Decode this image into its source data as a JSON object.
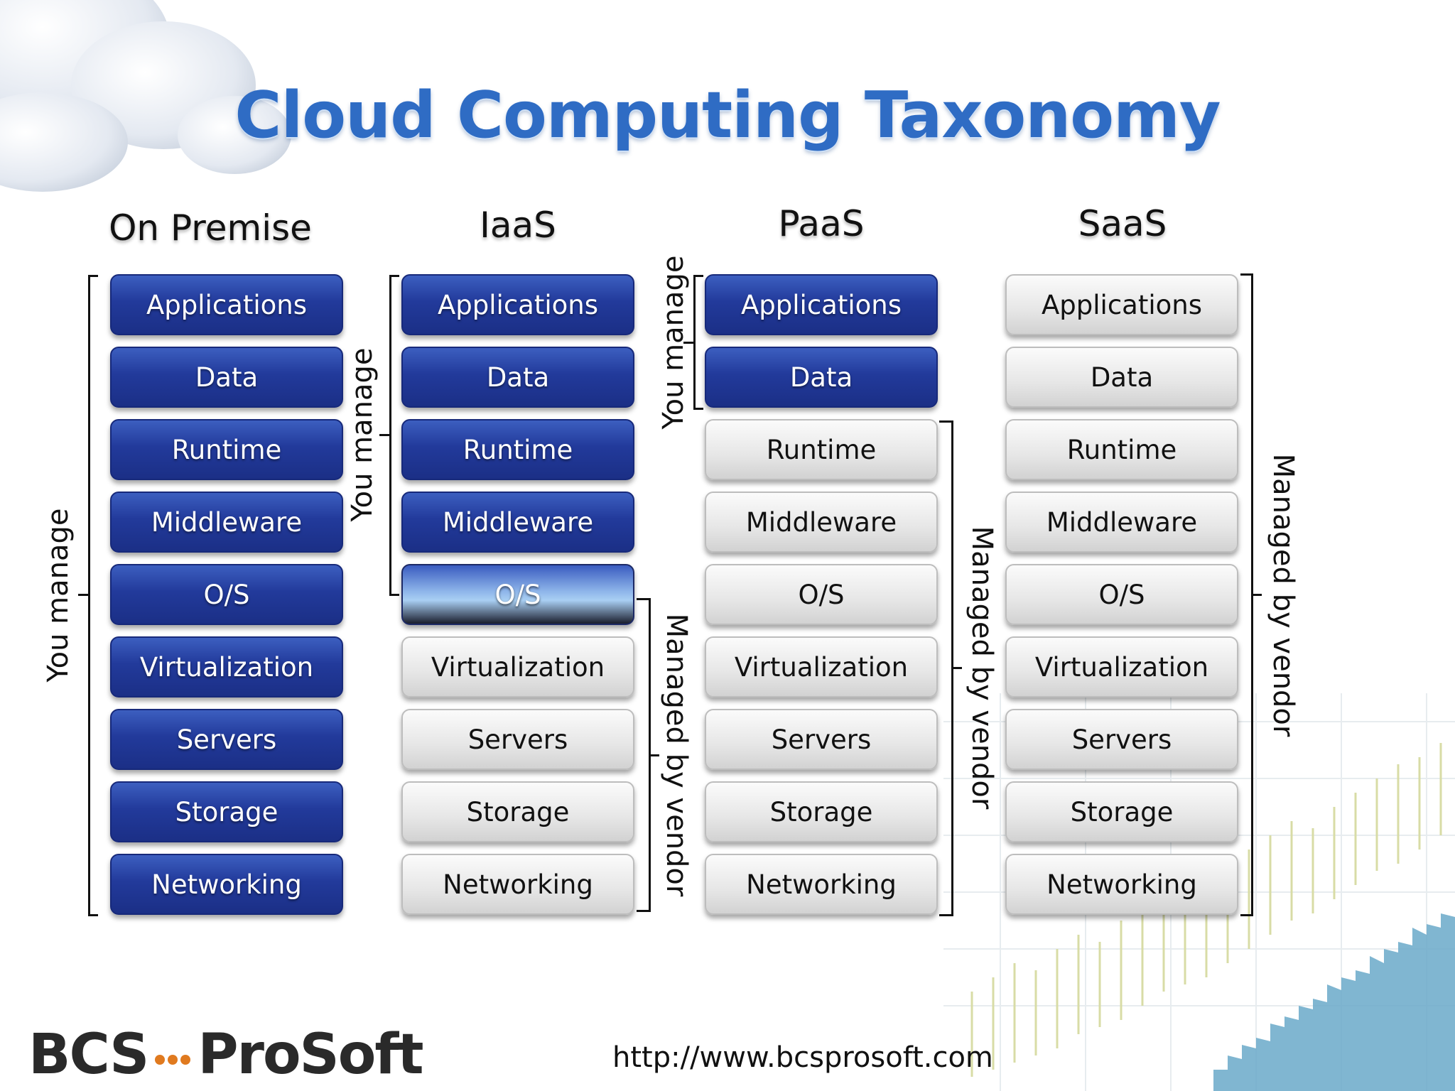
{
  "title": "Cloud Computing Taxonomy",
  "columns": [
    {
      "heading": "On Premise",
      "layers": [
        "Applications",
        "Data",
        "Runtime",
        "Middleware",
        "O/S",
        "Virtualization",
        "Servers",
        "Storage",
        "Networking"
      ]
    },
    {
      "heading": "IaaS",
      "layers": [
        "Applications",
        "Data",
        "Runtime",
        "Middleware",
        "O/S",
        "Virtualization",
        "Servers",
        "Storage",
        "Networking"
      ]
    },
    {
      "heading": "PaaS",
      "layers": [
        "Applications",
        "Data",
        "Runtime",
        "Middleware",
        "O/S",
        "Virtualization",
        "Servers",
        "Storage",
        "Networking"
      ]
    },
    {
      "heading": "SaaS",
      "layers": [
        "Applications",
        "Data",
        "Runtime",
        "Middleware",
        "O/S",
        "Virtualization",
        "Servers",
        "Storage",
        "Networking"
      ]
    }
  ],
  "labels": {
    "you_manage": "You manage",
    "managed_by_vendor": "Managed by vendor"
  },
  "footer": {
    "logo_left": "BCS",
    "logo_right": "ProSoft",
    "url": "http://www.bcsprosoft.com"
  },
  "colors": {
    "title": "#2f6cc4",
    "you_manage_fill": "#223a9b",
    "vendor_fill": "#e6e6e6",
    "logo_dots": "#e07a1f"
  }
}
